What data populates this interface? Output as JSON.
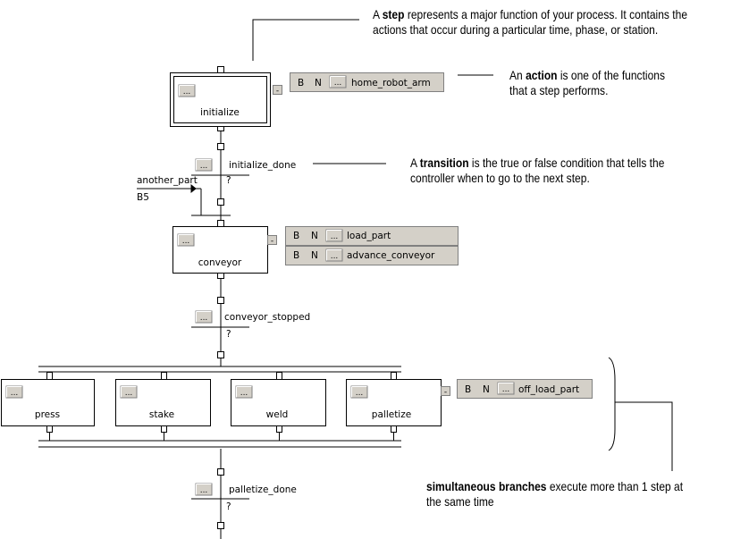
{
  "callouts": {
    "step": {
      "term": "step",
      "pre": "A ",
      "line1": " represents a major function of your process. It contains the",
      "line2": "actions that occur during a particular time, phase, or station."
    },
    "action": {
      "pre": "An ",
      "term": "action",
      "line1": " is one of the functions",
      "line2": "that a step performs."
    },
    "transition": {
      "pre": "A ",
      "term": "transition",
      "line1": " is the true or false condition that tells the",
      "line2": "controller when to go to the next step."
    },
    "branch": {
      "term": "simultaneous branches",
      "line1": " execute more than 1 step at",
      "line2": "the same time"
    }
  },
  "steps": {
    "initialize": "initialize",
    "conveyor": "conveyor",
    "press": "press",
    "stake": "stake",
    "weld": "weld",
    "palletize": "palletize"
  },
  "transitions": {
    "t1": {
      "name": "initialize_done",
      "cond": "?"
    },
    "t2": {
      "name": "conveyor_stopped",
      "cond": "?"
    },
    "t3": {
      "name": "palletize_done",
      "cond": "?"
    }
  },
  "wire": {
    "tag": "another_part",
    "bit": "B5"
  },
  "actions": {
    "a1": {
      "qual": "B",
      "type": "N",
      "name": "home_robot_arm"
    },
    "a2": {
      "qual": "B",
      "type": "N",
      "name": "load_part"
    },
    "a3": {
      "qual": "B",
      "type": "N",
      "name": "advance_conveyor"
    },
    "a4": {
      "qual": "B",
      "type": "N",
      "name": "off_load_part"
    }
  },
  "ui": {
    "ellipsis": "...",
    "collapse": "-"
  },
  "colors": {
    "action_bg": "#d4d0c8",
    "button_bg": "#d4d0c8",
    "line": "#000000"
  }
}
